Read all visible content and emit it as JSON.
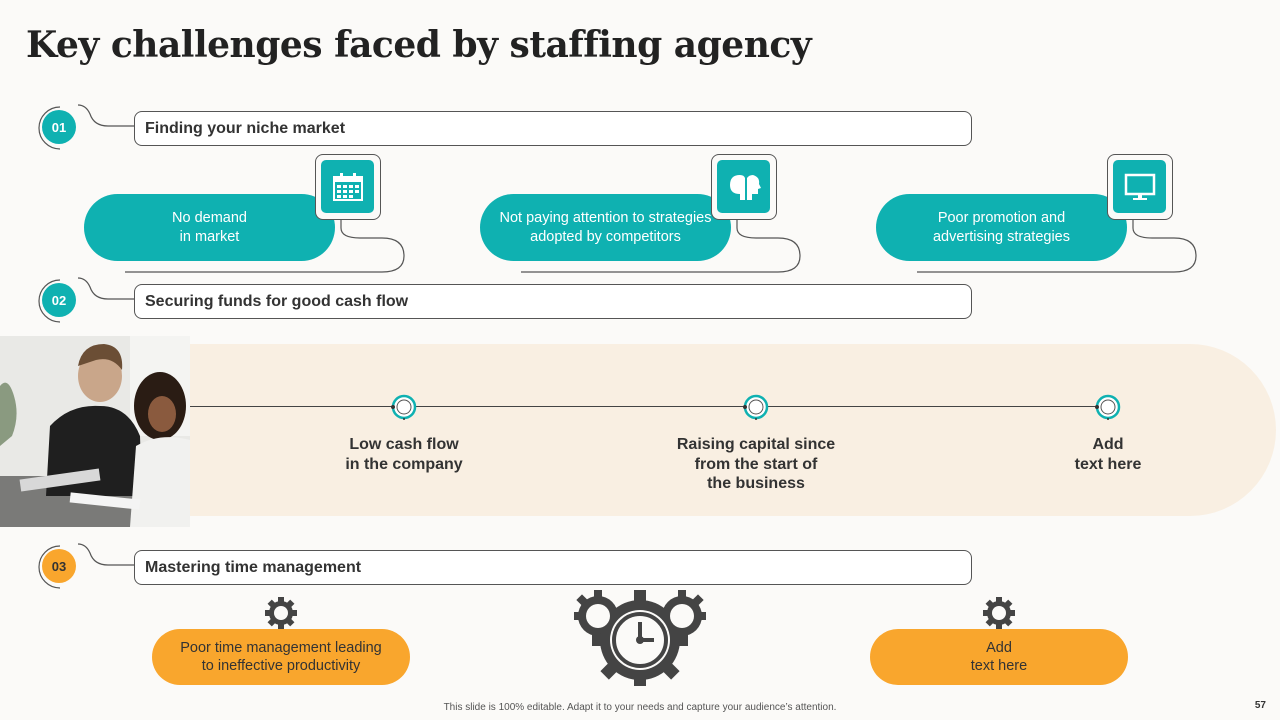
{
  "title": "Key challenges faced by staffing agency",
  "sections": [
    {
      "num": "01",
      "label": "Finding your niche market"
    },
    {
      "num": "02",
      "label": "Securing funds for good cash flow"
    },
    {
      "num": "03",
      "label": "Mastering time management"
    }
  ],
  "niche_items": [
    {
      "lines": [
        "No demand",
        "in market"
      ],
      "icon": "calendar-icon"
    },
    {
      "lines": [
        "Not paying attention to strategies",
        "adopted by competitors"
      ],
      "icon": "two-heads-icon"
    },
    {
      "lines": [
        "Poor promotion and",
        "advertising strategies"
      ],
      "icon": "monitor-icon"
    }
  ],
  "funds_items": [
    {
      "lines": [
        "Low cash flow",
        "in the company"
      ]
    },
    {
      "lines": [
        "Raising capital since",
        "from the start of",
        "the business"
      ]
    },
    {
      "lines": [
        "Add",
        "text here"
      ]
    }
  ],
  "time_items": [
    {
      "lines": [
        "Poor time management leading",
        "to ineffective productivity"
      ]
    },
    {
      "lines": [
        "Add",
        "text here"
      ]
    }
  ],
  "footer": "This slide is 100% editable. Adapt it to your needs and capture your audience’s attention.",
  "page_number": "57",
  "colors": {
    "teal": "#0fb1b1",
    "orange": "#f9a62d",
    "band": "#f9efe2",
    "dark": "#444444"
  }
}
